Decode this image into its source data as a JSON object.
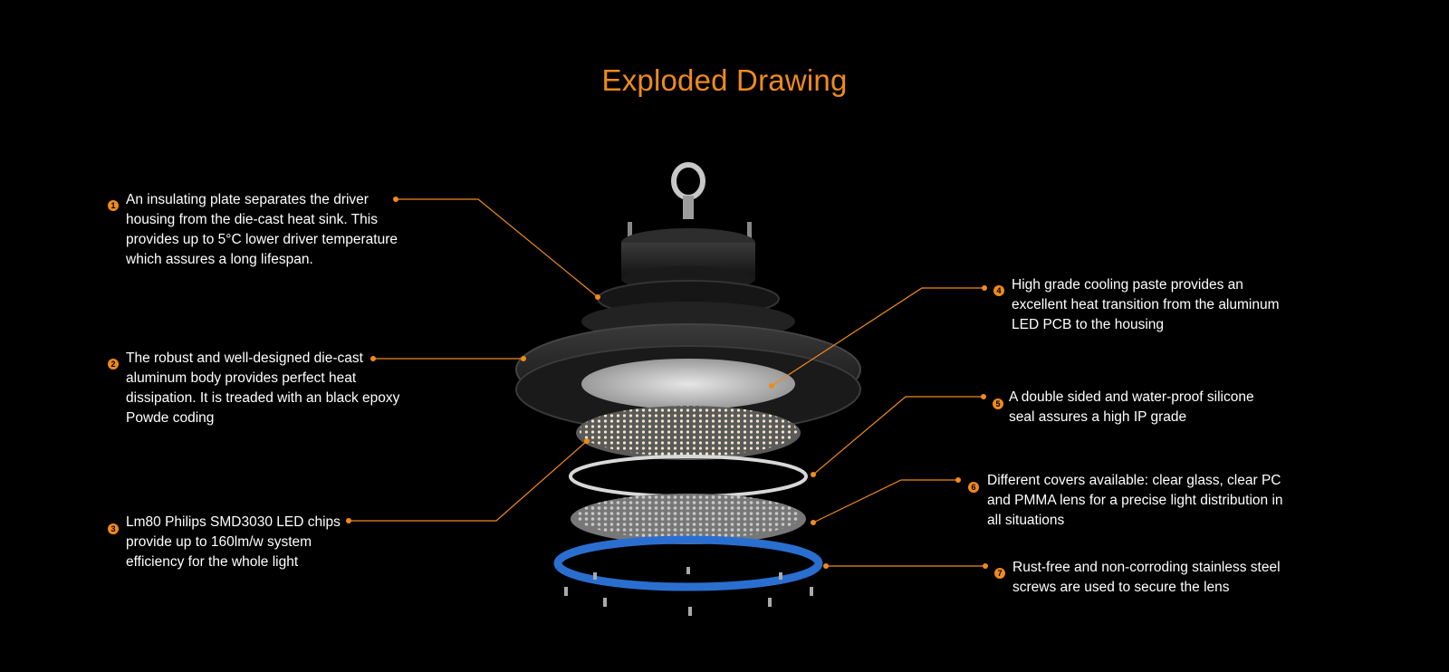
{
  "title": "Exploded Drawing",
  "accent_color": "#f08a1c",
  "callouts": [
    {
      "num": "1",
      "text": "An insulating plate separates the driver housing from the die-cast heat sink. This provides up to 5°C lower driver temperature which assures a long lifespan."
    },
    {
      "num": "2",
      "text": "The robust and well-designed die-cast aluminum body provides perfect heat dissipation. It is treaded with an black epoxy Powde coding"
    },
    {
      "num": "3",
      "text": "Lm80 Philips SMD3030 LED chips provide up to 160lm/w system efficiency for the whole light"
    },
    {
      "num": "4",
      "text": "High grade cooling paste provides an excellent heat transition from the aluminum LED PCB to the housing"
    },
    {
      "num": "5",
      "text": "A double sided and water-proof silicone seal assures a high IP grade"
    },
    {
      "num": "6",
      "text": "Different covers available: clear glass, clear PC and PMMA lens for a precise light distribution in all situations"
    },
    {
      "num": "7",
      "text": "Rust-free and non-corroding stainless steel screws are used to secure the lens"
    }
  ]
}
